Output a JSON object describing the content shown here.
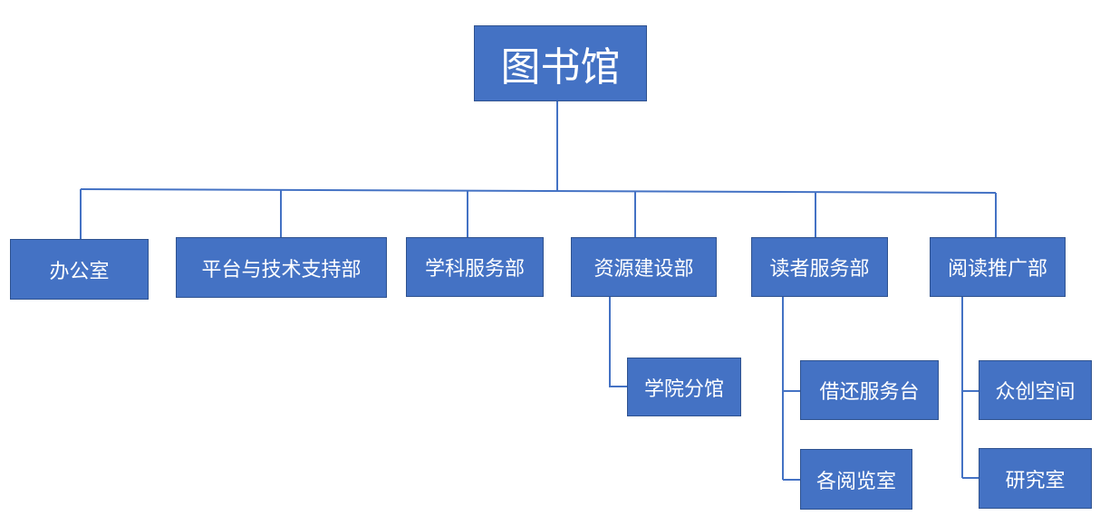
{
  "org_chart": {
    "root": {
      "label": "图书馆"
    },
    "departments": [
      {
        "label": "办公室",
        "children": []
      },
      {
        "label": "平台与技术支持部",
        "children": []
      },
      {
        "label": "学科服务部",
        "children": []
      },
      {
        "label": "资源建设部",
        "children": [
          {
            "label": "学院分馆"
          }
        ]
      },
      {
        "label": "读者服务部",
        "children": [
          {
            "label": "借还服务台"
          },
          {
            "label": "各阅览室"
          }
        ]
      },
      {
        "label": "阅读推广部",
        "children": [
          {
            "label": "众创空间"
          },
          {
            "label": "研究室"
          }
        ]
      }
    ]
  },
  "colors": {
    "node_fill": "#4472c4",
    "node_border": "#2f528f",
    "connector": "#4472c4",
    "text": "#ffffff"
  }
}
